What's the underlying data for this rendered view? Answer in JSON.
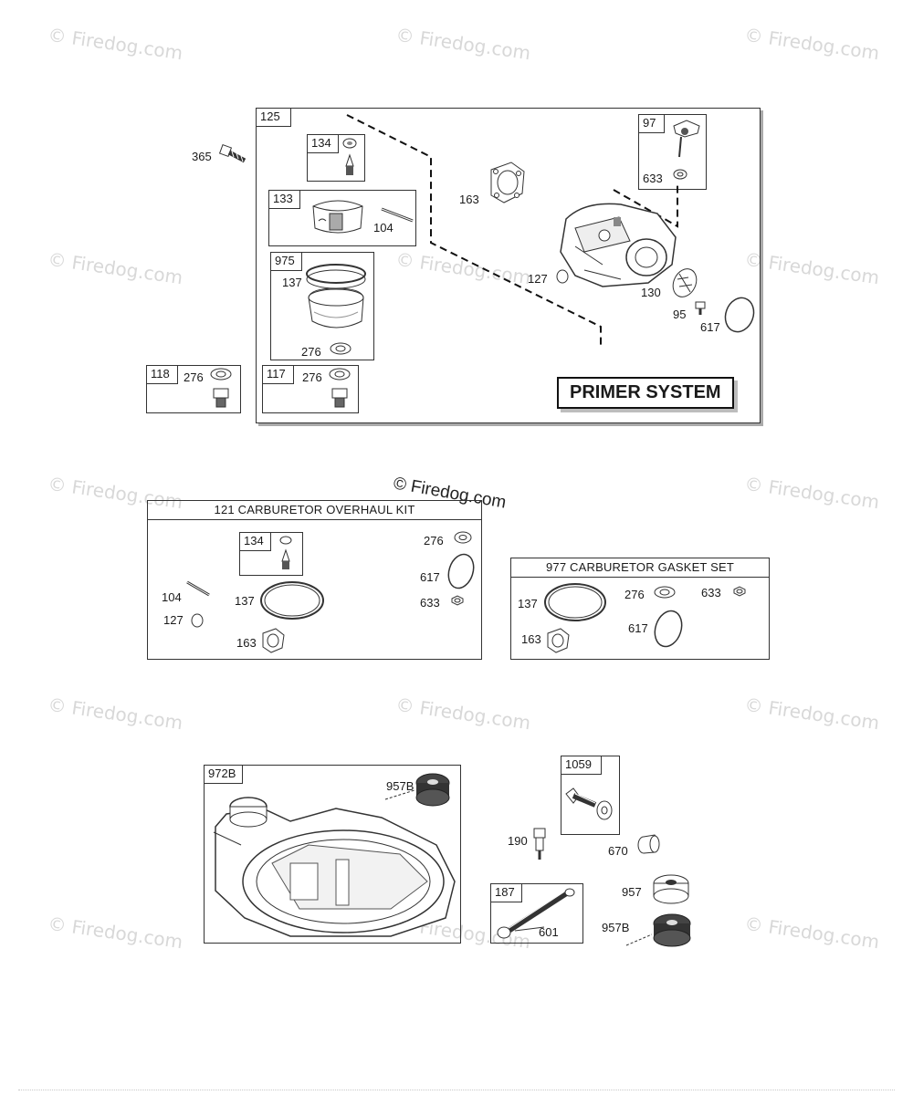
{
  "watermark": "© Firedog.com",
  "watermark_main": "© Firedog.com",
  "top": {
    "main_ref": "125",
    "bolt_365": "365",
    "k134": "134",
    "k133": "133",
    "p104": "104",
    "k975": "975",
    "p137": "137",
    "p276a": "276",
    "k97": "97",
    "p633": "633",
    "p163": "163",
    "p127": "127",
    "p130": "130",
    "p95": "95",
    "p617": "617",
    "k118": "118",
    "p276b": "276",
    "k117": "117",
    "p276c": "276",
    "primer_label": "PRIMER SYSTEM"
  },
  "overhaul": {
    "title": "121 CARBURETOR OVERHAUL KIT",
    "k134": "134",
    "p276": "276",
    "p617": "617",
    "p633": "633",
    "p104": "104",
    "p137": "137",
    "p127": "127",
    "p163": "163"
  },
  "gasket": {
    "title": "977 CARBURETOR GASKET SET",
    "p137": "137",
    "p276": "276",
    "p633": "633",
    "p617": "617",
    "p163": "163"
  },
  "bottom": {
    "k972b": "972B",
    "p957b_a": "957B",
    "k1059": "1059",
    "p190": "190",
    "p670": "670",
    "k187": "187",
    "p601": "601",
    "p957": "957",
    "p957b_b": "957B"
  }
}
